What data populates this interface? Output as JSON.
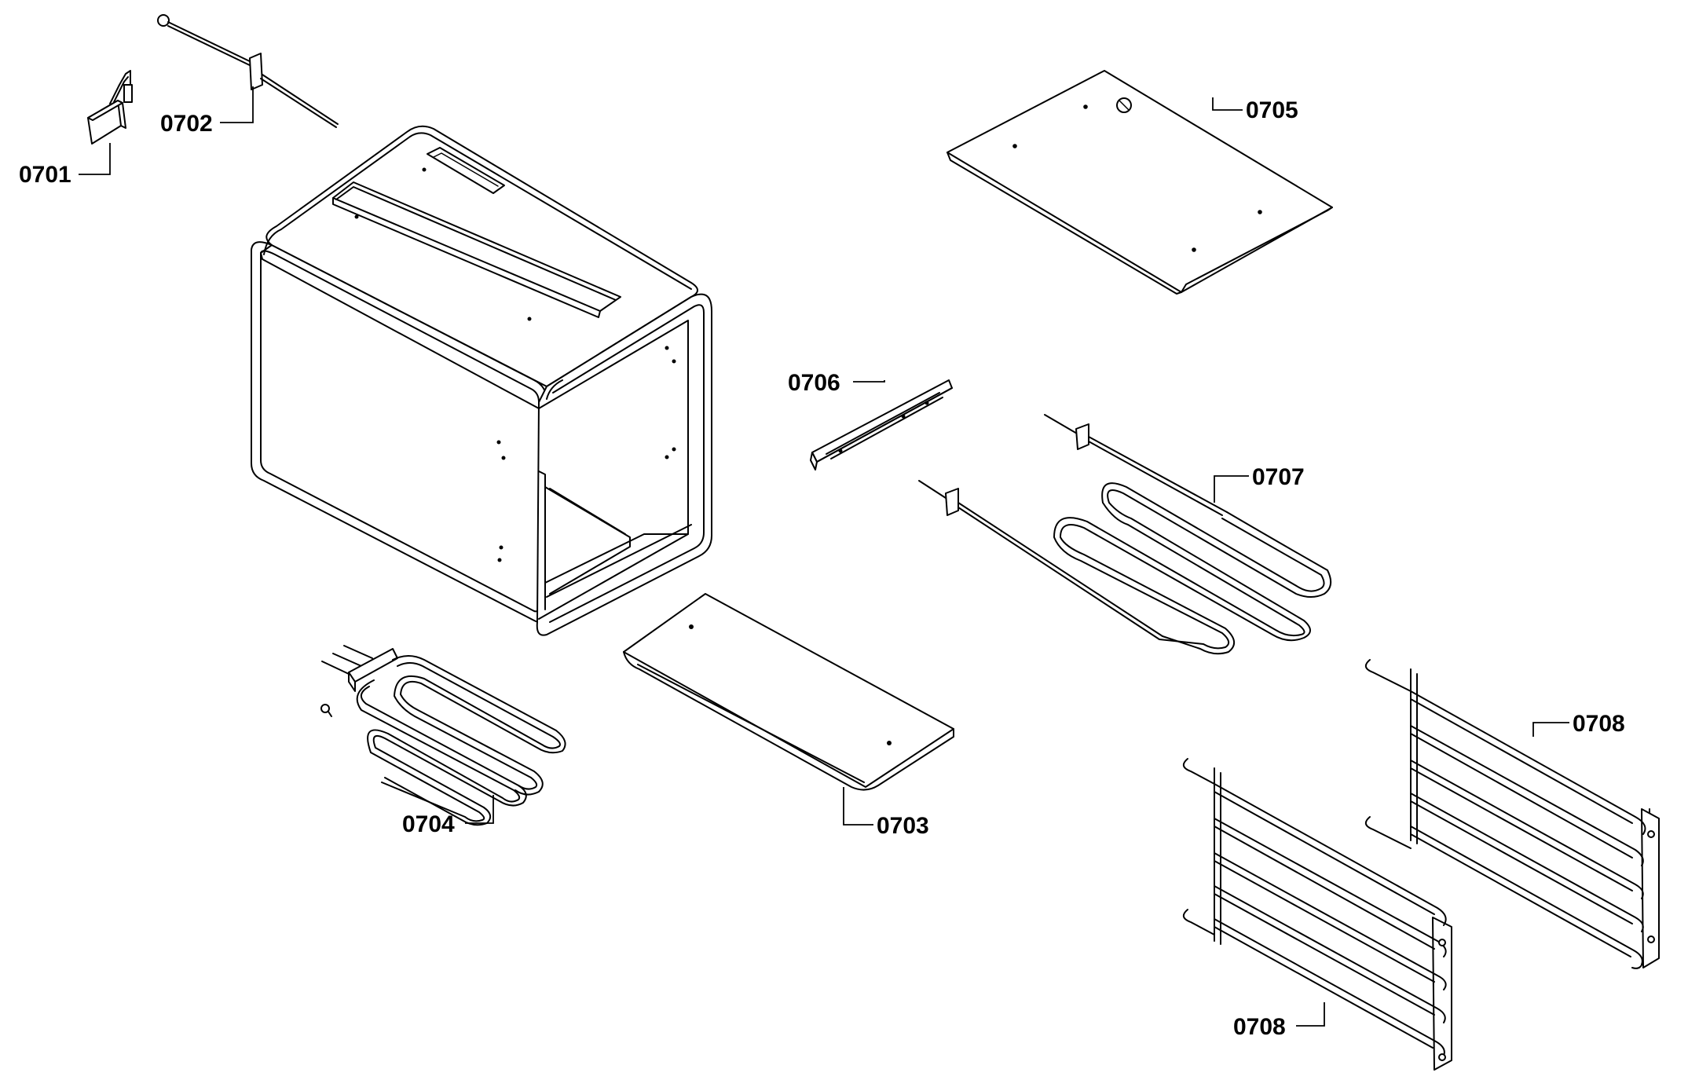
{
  "parts": [
    {
      "id": "0701",
      "label": "0701"
    },
    {
      "id": "0702",
      "label": "0702"
    },
    {
      "id": "0703",
      "label": "0703"
    },
    {
      "id": "0704",
      "label": "0704"
    },
    {
      "id": "0705",
      "label": "0705"
    },
    {
      "id": "0706",
      "label": "0706"
    },
    {
      "id": "0707",
      "label": "0707"
    },
    {
      "id": "0708a",
      "label": "0708"
    },
    {
      "id": "0708b",
      "label": "0708"
    }
  ]
}
